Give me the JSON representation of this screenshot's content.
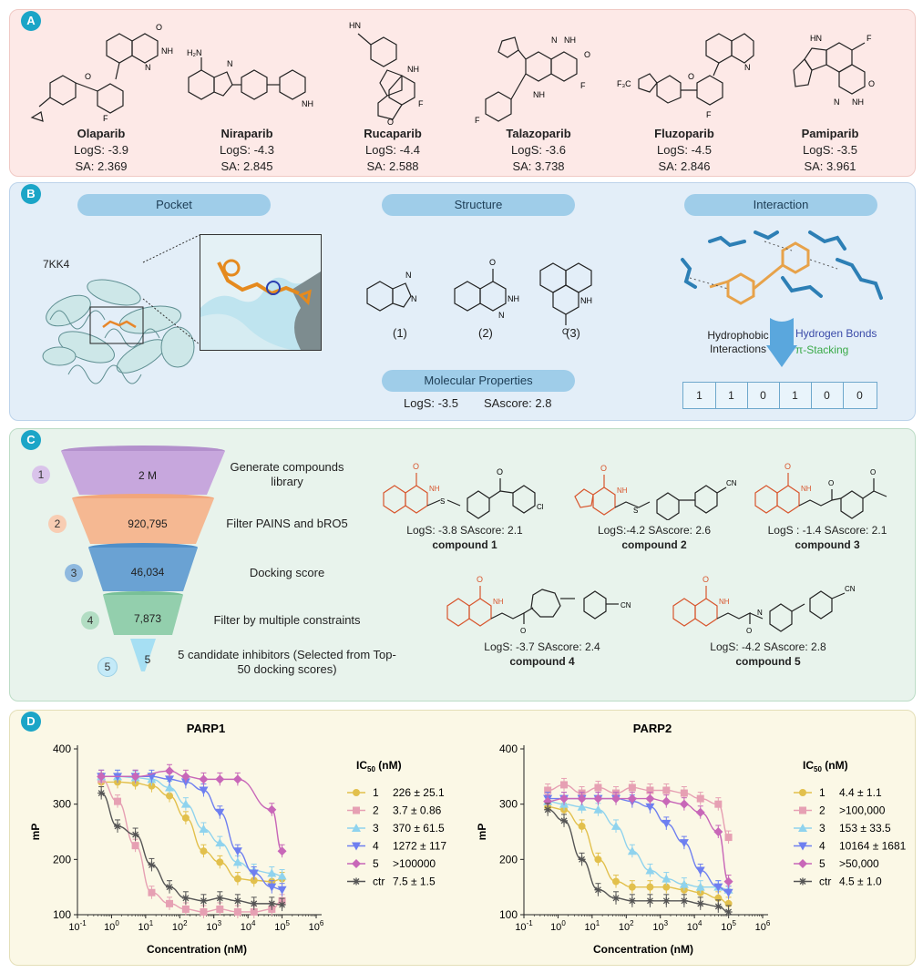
{
  "panelA": {
    "badge": "A",
    "drugs": [
      {
        "name": "Olaparib",
        "logs": "LogS: -3.9",
        "sa": "SA: 2.369"
      },
      {
        "name": "Niraparib",
        "logs": "LogS: -4.3",
        "sa": "SA: 2.845"
      },
      {
        "name": "Rucaparib",
        "logs": "LogS: -4.4",
        "sa": "SA: 2.588"
      },
      {
        "name": "Talazoparib",
        "logs": "LogS: -3.6",
        "sa": "SA: 3.738"
      },
      {
        "name": "Fluzoparib",
        "logs": "LogS: -4.5",
        "sa": "SA: 2.846"
      },
      {
        "name": "Pamiparib",
        "logs": "LogS: -3.5",
        "sa": "SA: 3.961"
      }
    ]
  },
  "panelB": {
    "badge": "B",
    "pocket_label": "Pocket",
    "pdb_id": "7KK4",
    "structure_label": "Structure",
    "structures": [
      "(1)",
      "(2)",
      "(3)"
    ],
    "props_label": "Molecular Properties",
    "props_logs": "LogS: -3.5",
    "props_sa": "SAscore: 2.8",
    "interaction_label": "Interaction",
    "hydrophobic": "Hydrophobic Interactions",
    "hbonds": "Hydrogen Bonds",
    "pistack": "π-Stacking",
    "fingerprint": [
      "1",
      "1",
      "0",
      "1",
      "0",
      "0"
    ]
  },
  "panelC": {
    "badge": "C",
    "funnel": [
      {
        "num": "1",
        "value": "2 M",
        "label": "Generate compounds library",
        "color": "#c7a7dd",
        "numbg": "#d9c3ea"
      },
      {
        "num": "2",
        "value": "920,795",
        "label": "Filter PAINS and bRO5",
        "color": "#f5b892",
        "numbg": "#f8cdb3"
      },
      {
        "num": "3",
        "value": "46,034",
        "label": "Docking score",
        "color": "#6aa2d3",
        "numbg": "#8fb9df"
      },
      {
        "num": "4",
        "value": "7,873",
        "label": "Filter by multiple constraints",
        "color": "#93cfad",
        "numbg": "#b2ddc3"
      },
      {
        "num": "5",
        "value": "5",
        "label": "5 candidate inhibitors (Selected from Top-50 docking scores)",
        "color": "#a6dff3",
        "numbg": "#c4eaf8"
      }
    ],
    "compounds": [
      {
        "props": "LogS: -3.8 SAscore: 2.1",
        "name": "compound 1"
      },
      {
        "props": "LogS:-4.2 SAscore: 2.6",
        "name": "compound 2"
      },
      {
        "props": "LogS : -1.4 SAscore: 2.1",
        "name": "compound 3"
      },
      {
        "props": "LogS: -3.7 SAscore: 2.4",
        "name": "compound 4"
      },
      {
        "props": "LogS: -4.2 SAscore: 2.8",
        "name": "compound 5"
      }
    ]
  },
  "panelD": {
    "badge": "D"
  },
  "chart_data": [
    {
      "type": "scatter",
      "title": "PARP1",
      "xlabel": "Concentration (nM)",
      "ylabel": "mP",
      "xscale": "log",
      "xlim": [
        0.1,
        1000000
      ],
      "ylim": [
        100,
        400
      ],
      "xticks": [
        "10-1",
        "100",
        "101",
        "102",
        "103",
        "104",
        "105",
        "106"
      ],
      "yticks": [
        100,
        200,
        300,
        400
      ],
      "legend_title": "IC50 (nM)",
      "series": [
        {
          "name": "1",
          "ic50": "226 ± 25.1",
          "color": "#e2c04c",
          "marker": "circle",
          "x": [
            0.5,
            1.5,
            5,
            15,
            50,
            150,
            500,
            1500,
            5000,
            15000,
            50000,
            100000
          ],
          "y": [
            340,
            340,
            338,
            333,
            315,
            275,
            215,
            195,
            165,
            162,
            160,
            165
          ]
        },
        {
          "name": "2",
          "ic50": "3.7 ± 0.86",
          "color": "#e6a0b3",
          "marker": "square",
          "x": [
            0.5,
            1.5,
            5,
            15,
            50,
            150,
            500,
            1500,
            5000,
            15000,
            50000,
            100000
          ],
          "y": [
            345,
            305,
            225,
            140,
            120,
            110,
            105,
            110,
            105,
            105,
            110,
            125
          ]
        },
        {
          "name": "3",
          "ic50": "370 ± 61.5",
          "color": "#8fd3ee",
          "marker": "triangle-up",
          "x": [
            0.5,
            1.5,
            5,
            15,
            50,
            150,
            500,
            1500,
            5000,
            15000,
            50000,
            100000
          ],
          "y": [
            350,
            350,
            348,
            345,
            330,
            300,
            255,
            230,
            195,
            180,
            175,
            170
          ]
        },
        {
          "name": "4",
          "ic50": "1272 ± 117",
          "color": "#6e7ff0",
          "marker": "triangle-down",
          "x": [
            0.5,
            1.5,
            5,
            15,
            50,
            150,
            500,
            1500,
            5000,
            15000,
            50000,
            100000
          ],
          "y": [
            350,
            350,
            350,
            350,
            345,
            340,
            325,
            285,
            215,
            175,
            150,
            145
          ]
        },
        {
          "name": "5",
          "ic50": ">100000",
          "color": "#c867b8",
          "marker": "diamond",
          "x": [
            0.5,
            5,
            50,
            150,
            500,
            1500,
            5000,
            50000,
            100000
          ],
          "y": [
            350,
            350,
            360,
            350,
            345,
            345,
            345,
            290,
            215
          ]
        },
        {
          "name": "ctr",
          "ic50": "7.5 ± 1.5",
          "color": "#555555",
          "marker": "star",
          "x": [
            0.5,
            1.5,
            5,
            15,
            50,
            150,
            500,
            1500,
            5000,
            15000,
            50000,
            100000
          ],
          "y": [
            320,
            260,
            245,
            190,
            150,
            130,
            125,
            130,
            125,
            120,
            120,
            118
          ]
        }
      ]
    },
    {
      "type": "scatter",
      "title": "PARP2",
      "xlabel": "Concentration (nM)",
      "ylabel": "mP",
      "xscale": "log",
      "xlim": [
        0.1,
        1000000
      ],
      "ylim": [
        100,
        400
      ],
      "xticks": [
        "10-1",
        "100",
        "101",
        "102",
        "103",
        "104",
        "105",
        "106"
      ],
      "yticks": [
        100,
        200,
        300,
        400
      ],
      "legend_title": "IC50 (nM)",
      "series": [
        {
          "name": "1",
          "ic50": "4.4 ± 1.1",
          "color": "#e2c04c",
          "marker": "circle",
          "x": [
            0.5,
            1.5,
            5,
            15,
            50,
            150,
            500,
            1500,
            5000,
            15000,
            50000,
            100000
          ],
          "y": [
            295,
            290,
            260,
            200,
            160,
            150,
            150,
            150,
            145,
            140,
            130,
            120
          ]
        },
        {
          "name": "2",
          "ic50": ">100,000",
          "color": "#e6a0b3",
          "marker": "square",
          "x": [
            0.5,
            1.5,
            5,
            15,
            50,
            150,
            500,
            1500,
            5000,
            15000,
            50000,
            100000
          ],
          "y": [
            325,
            335,
            320,
            330,
            320,
            330,
            325,
            325,
            320,
            310,
            300,
            240
          ]
        },
        {
          "name": "3",
          "ic50": "153 ± 33.5",
          "color": "#8fd3ee",
          "marker": "triangle-up",
          "x": [
            0.5,
            1.5,
            5,
            15,
            50,
            150,
            500,
            1500,
            5000,
            15000,
            50000,
            100000
          ],
          "y": [
            305,
            300,
            295,
            290,
            260,
            215,
            180,
            165,
            155,
            150,
            150,
            145
          ]
        },
        {
          "name": "4",
          "ic50": "10164 ± 1681",
          "color": "#6e7ff0",
          "marker": "triangle-down",
          "x": [
            0.5,
            1.5,
            5,
            15,
            50,
            150,
            500,
            1500,
            5000,
            15000,
            50000,
            100000
          ],
          "y": [
            310,
            310,
            310,
            310,
            310,
            305,
            295,
            265,
            230,
            180,
            150,
            140
          ]
        },
        {
          "name": "5",
          "ic50": ">50,000",
          "color": "#c867b8",
          "marker": "diamond",
          "x": [
            0.5,
            1.5,
            5,
            15,
            50,
            150,
            500,
            1500,
            5000,
            15000,
            50000,
            100000
          ],
          "y": [
            305,
            310,
            310,
            310,
            310,
            310,
            310,
            305,
            300,
            285,
            250,
            160
          ]
        },
        {
          "name": "ctr",
          "ic50": "4.5 ± 1.0",
          "color": "#555555",
          "marker": "star",
          "x": [
            0.5,
            1.5,
            5,
            15,
            50,
            150,
            500,
            1500,
            5000,
            15000,
            50000,
            100000
          ],
          "y": [
            290,
            270,
            200,
            145,
            130,
            125,
            125,
            125,
            125,
            120,
            115,
            105
          ]
        }
      ]
    }
  ]
}
